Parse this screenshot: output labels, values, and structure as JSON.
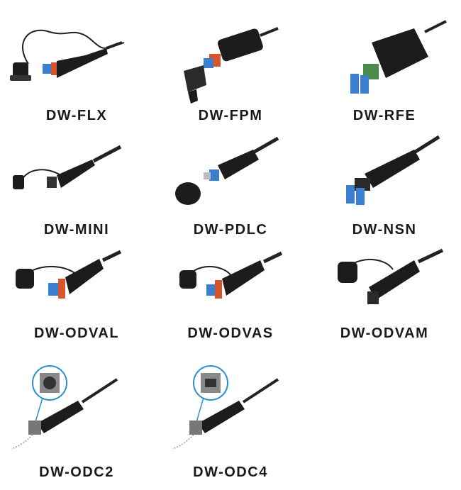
{
  "products": [
    {
      "name": "DW-FLX",
      "icon": "connector-flx-icon"
    },
    {
      "name": "DW-FPM",
      "icon": "connector-fpm-icon"
    },
    {
      "name": "DW-RFE",
      "icon": "connector-rfe-icon"
    },
    {
      "name": "DW-MINI",
      "icon": "connector-mini-icon"
    },
    {
      "name": "DW-PDLC",
      "icon": "connector-pdlc-icon"
    },
    {
      "name": "DW-NSN",
      "icon": "connector-nsn-icon"
    },
    {
      "name": "DW-ODVAL",
      "icon": "connector-odval-icon"
    },
    {
      "name": "DW-ODVAS",
      "icon": "connector-odvas-icon"
    },
    {
      "name": "DW-ODVAM",
      "icon": "connector-odvam-icon"
    },
    {
      "name": "DW-ODC2",
      "icon": "connector-odc2-icon"
    },
    {
      "name": "DW-ODC4",
      "icon": "connector-odc4-icon"
    }
  ],
  "colors": {
    "connector_body": "#1c1c1c",
    "fiber_blue": "#3a7fd0",
    "accent_orange": "#d9542a",
    "accent_green": "#4a8a4a",
    "label_text": "#1a1a1a"
  }
}
